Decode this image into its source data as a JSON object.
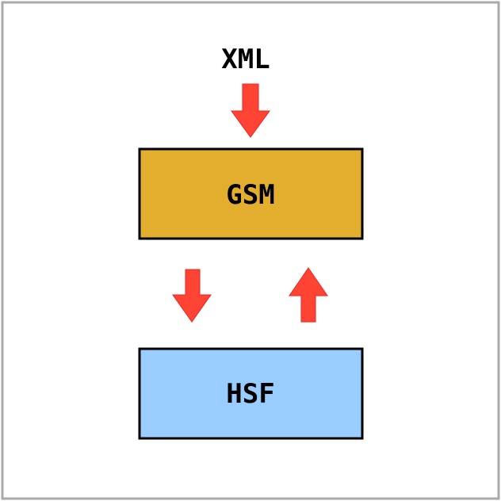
{
  "title_label": "XML",
  "boxes": [
    {
      "label": "GSM",
      "color": "#e3ad2e"
    },
    {
      "label": "HSF",
      "color": "#99ccff"
    }
  ],
  "arrow_color": "#ff4433",
  "border_color": "#aaaaaa"
}
